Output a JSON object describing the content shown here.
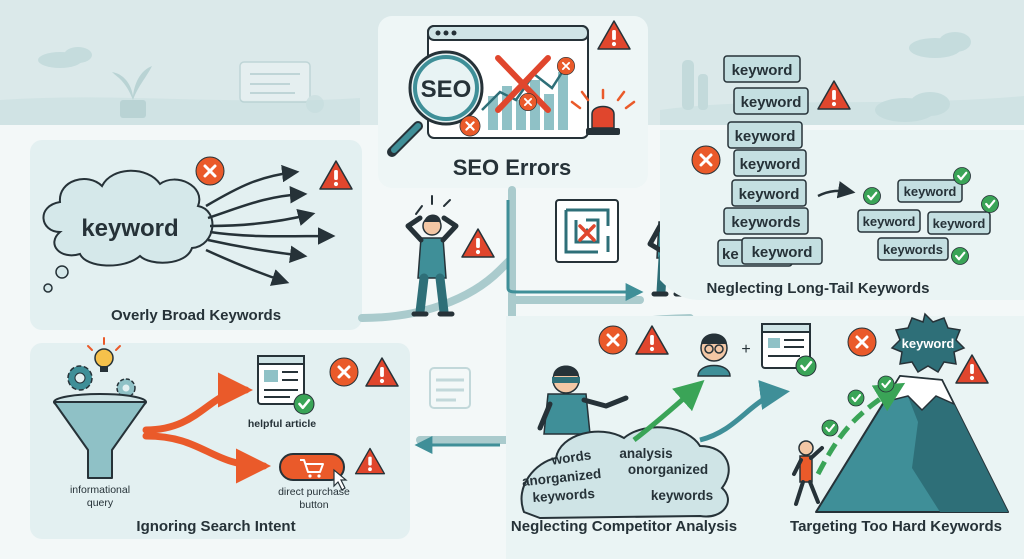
{
  "colors": {
    "teal": "#3f8f98",
    "dark_teal": "#2e6f78",
    "light_teal": "#cfe4e6",
    "panel": "#e3f0f1",
    "alert_orange": "#ea5a2a",
    "warning_red": "#e0462d",
    "check_green": "#3aa457",
    "outline": "#263238"
  },
  "center": {
    "title": "SEO Errors",
    "magnifier_text": "SEO"
  },
  "broad": {
    "cloud_word": "keyword",
    "label": "Overly Broad Keywords"
  },
  "longtail": {
    "stack_words": [
      "keyword",
      "keyword",
      "keyword",
      "keyword",
      "keyword",
      "keywords",
      "keyword"
    ],
    "stack_behind_word": "ke",
    "checked_words": [
      "keyword",
      "keyword",
      "keyword",
      "keywords"
    ],
    "label": "Neglecting Long-Tail Keywords"
  },
  "intent": {
    "query_label": [
      "informational",
      "query"
    ],
    "article_label": "helpful article",
    "button_label": [
      "direct purchase",
      "button"
    ],
    "label": "Ignoring Search Intent"
  },
  "competitor": {
    "pile_words": [
      "words",
      "analysis",
      "anorganized",
      "onorganized",
      "keywords",
      "keywords"
    ],
    "plus": "+",
    "label": "Neglecting Competitor Analysis"
  },
  "hard": {
    "badge_word": "keyword",
    "label": "Targeting Too Hard Keywords"
  },
  "icons": [
    "warning-icon",
    "error-x-icon",
    "check-icon",
    "magnifier-icon",
    "alarm-siren-icon",
    "cart-icon",
    "maze-icon",
    "funnel-icon",
    "gear-icon",
    "lightbulb-icon",
    "cursor-icon",
    "mountain-icon",
    "plant-icon",
    "person-icon"
  ]
}
